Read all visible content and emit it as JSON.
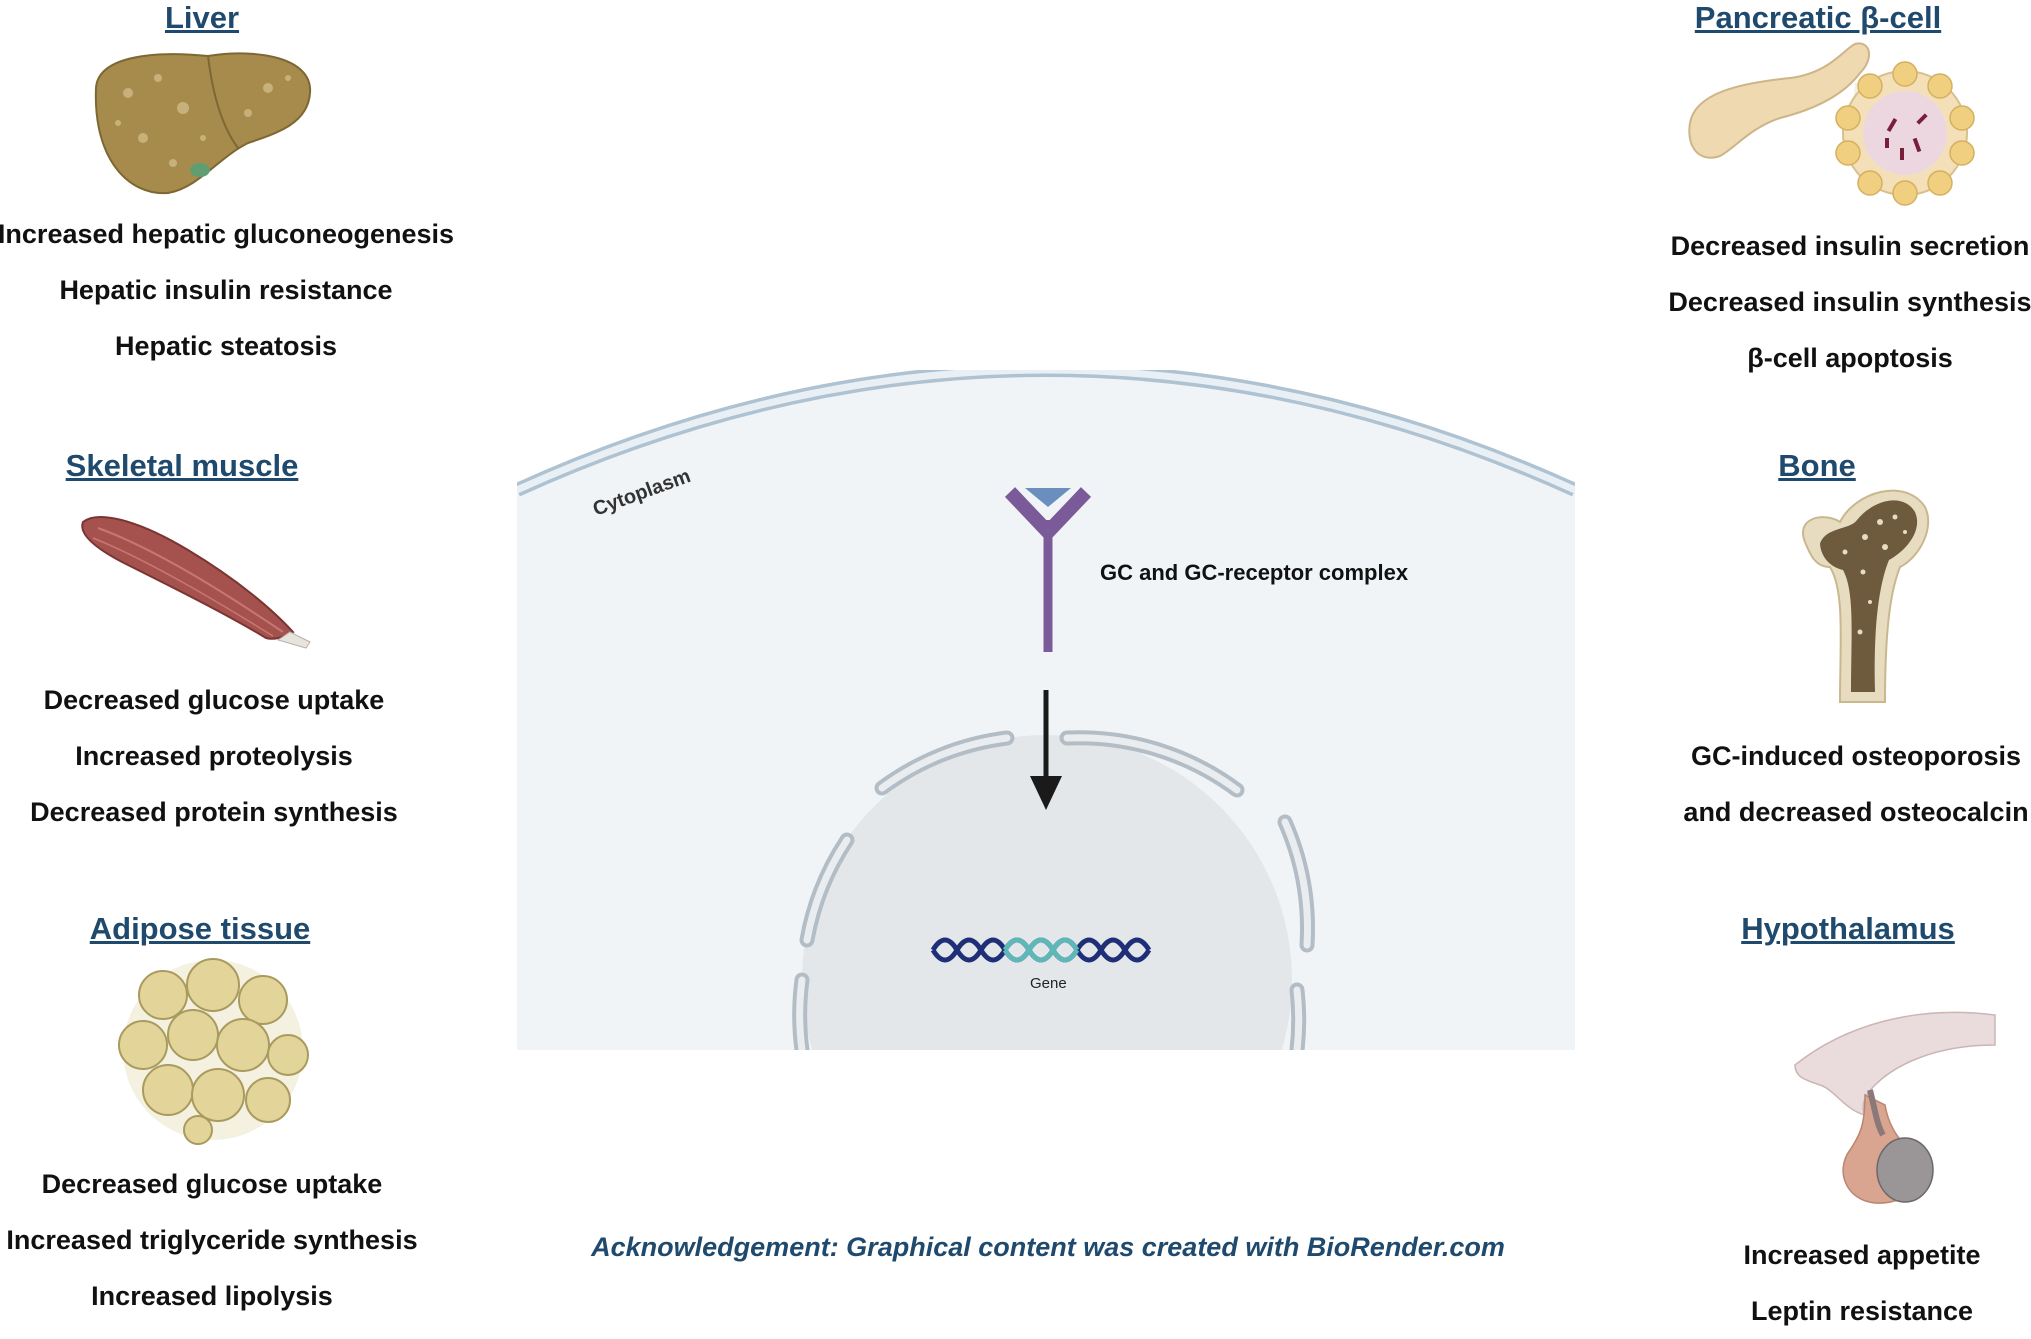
{
  "liver": {
    "title": "Liver",
    "effects": [
      "Increased hepatic gluconeogenesis",
      "Hepatic insulin resistance",
      "Hepatic steatosis"
    ]
  },
  "skeletal_muscle": {
    "title": "Skeletal muscle",
    "effects": [
      "Decreased glucose uptake",
      "Increased proteolysis",
      "Decreased protein synthesis"
    ]
  },
  "adipose": {
    "title": "Adipose tissue",
    "effects": [
      "Decreased glucose uptake",
      "Increased triglyceride synthesis",
      "Increased lipolysis"
    ]
  },
  "pancreas": {
    "title": "Pancreatic β-cell",
    "effects": [
      "Decreased insulin secretion",
      "Decreased insulin synthesis",
      "β-cell apoptosis"
    ]
  },
  "bone": {
    "title": "Bone",
    "effects": [
      "GC-induced osteoporosis",
      "and decreased osteocalcin"
    ]
  },
  "hypothalamus": {
    "title": "Hypothalamus",
    "effects": [
      "Increased appetite",
      "Leptin resistance"
    ]
  },
  "cell": {
    "cytoplasm_label": "Cytoplasm",
    "complex_label": "GC and GC-receptor complex",
    "gene_label": "Gene"
  },
  "acknowledgement": "Acknowledgement: Graphical content was created with BioRender.com",
  "colors": {
    "heading": "#1f4a6e",
    "liver": "#a78b4c",
    "muscle": "#a5524f",
    "adipose": "#e3d49a",
    "receptor": "#7a5a98",
    "dna_dark": "#1e2f78",
    "dna_light": "#5fb7b8"
  }
}
